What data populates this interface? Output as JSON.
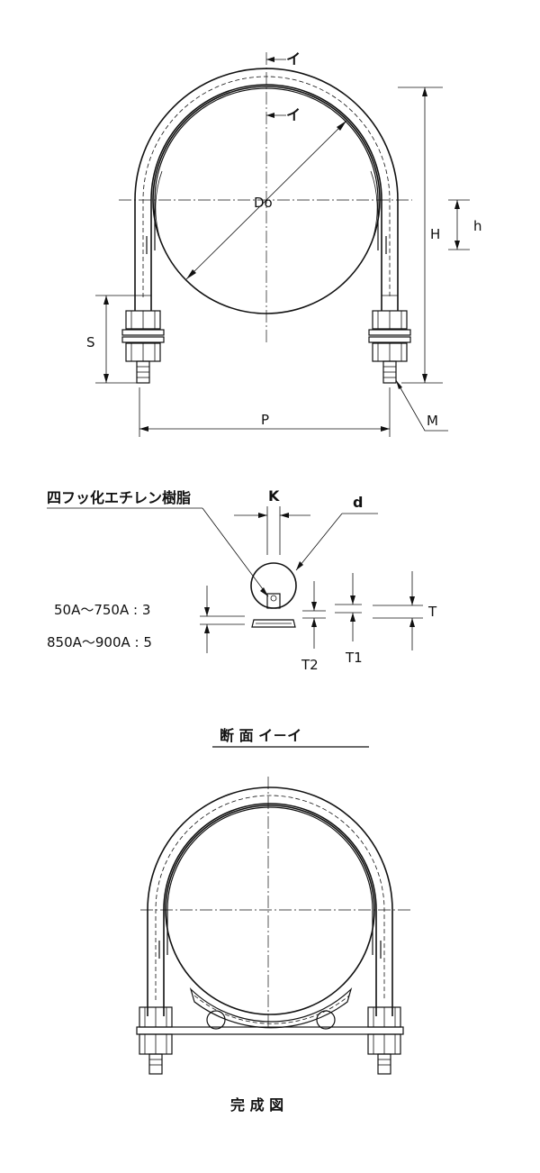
{
  "front_view": {
    "section_mark_top": "イ",
    "section_mark_mid": "イ",
    "diameter_label": "Do",
    "height_label": "H",
    "small_height_label": "h",
    "thread_length_label": "S",
    "pitch_label": "P",
    "thread_label": "M"
  },
  "section_view": {
    "material_label": "四フッ化エチレン樹脂",
    "k_label": "K",
    "d_label": "d",
    "range1_label": "50A～750A : 3",
    "range2_label": "850A～900A : 5",
    "t_label": "T",
    "t1_label": "T1",
    "t2_label": "T2",
    "caption": "断 面 イ－イ"
  },
  "assembly_view": {
    "caption": "完 成 図"
  }
}
